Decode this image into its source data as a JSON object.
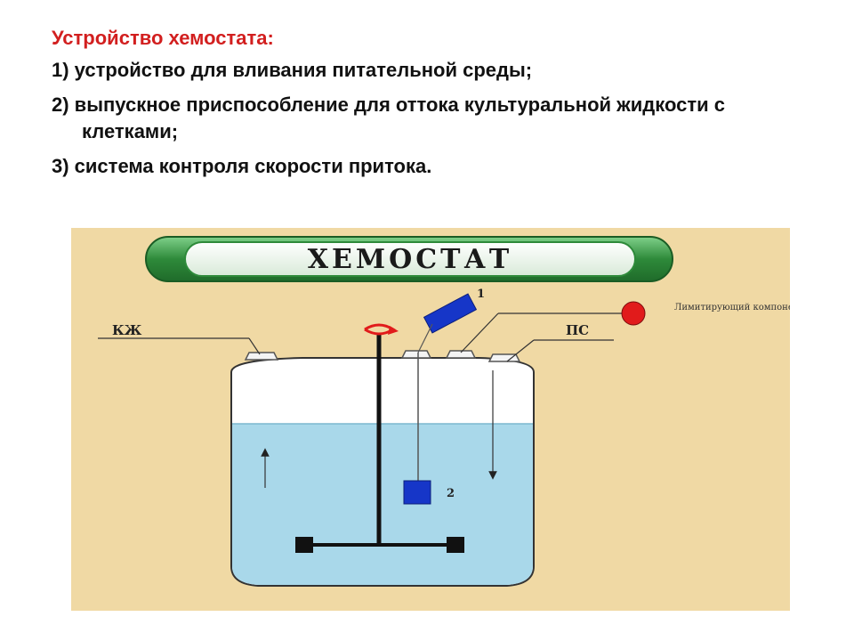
{
  "slide": {
    "heading": "Устройство хемостата:",
    "items": [
      "1) устройство для вливания питательной среды;",
      "2) выпускное приспособление для оттока культуральной жидкости с клетками;",
      "3) система контроля скорости притока."
    ]
  },
  "figure": {
    "banner_title": "ХЕМОСТАТ",
    "label_kzh": "КЖ",
    "label_ps": "ПС",
    "label_limiting": "Лимитирующий компонент",
    "marker_1": "1",
    "marker_2": "2",
    "colors": {
      "background": "#f0d9a4",
      "banner_green": "#2e8a3a",
      "liquid": "#a9d8ea",
      "sensor_blue": "#1636c8",
      "limiting_red": "#e11b1b",
      "heading_red": "#d21f1f"
    }
  }
}
